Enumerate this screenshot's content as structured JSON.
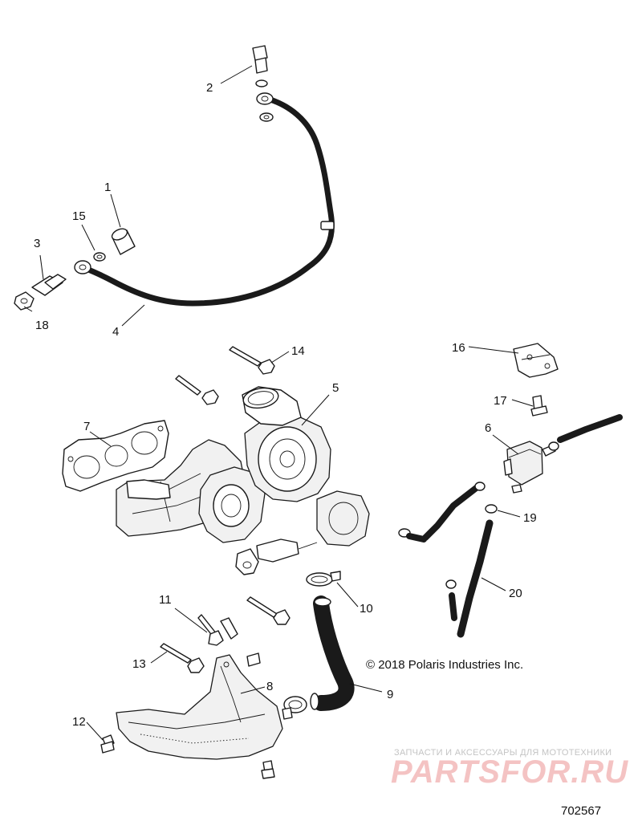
{
  "callouts": [
    {
      "id": "1",
      "label": "1"
    },
    {
      "id": "2",
      "label": "2"
    },
    {
      "id": "3",
      "label": "3"
    },
    {
      "id": "4",
      "label": "4"
    },
    {
      "id": "5",
      "label": "5"
    },
    {
      "id": "6",
      "label": "6"
    },
    {
      "id": "7",
      "label": "7"
    },
    {
      "id": "8",
      "label": "8"
    },
    {
      "id": "9",
      "label": "9"
    },
    {
      "id": "10",
      "label": "10"
    },
    {
      "id": "11",
      "label": "11"
    },
    {
      "id": "12",
      "label": "12"
    },
    {
      "id": "13",
      "label": "13"
    },
    {
      "id": "14",
      "label": "14"
    },
    {
      "id": "15",
      "label": "15"
    },
    {
      "id": "16",
      "label": "16"
    },
    {
      "id": "17",
      "label": "17"
    },
    {
      "id": "18",
      "label": "18"
    },
    {
      "id": "19",
      "label": "19"
    },
    {
      "id": "20",
      "label": "20"
    }
  ],
  "copyright": "© 2018 Polaris Industries Inc.",
  "watermark": {
    "tagline": "ЗАПЧАСТИ И АКСЕССУАРЫ ДЛЯ МОТОТЕХНИКИ",
    "logo": "PARTSFOR.RU",
    "color": "#e46a6a"
  },
  "document_number": "702567"
}
